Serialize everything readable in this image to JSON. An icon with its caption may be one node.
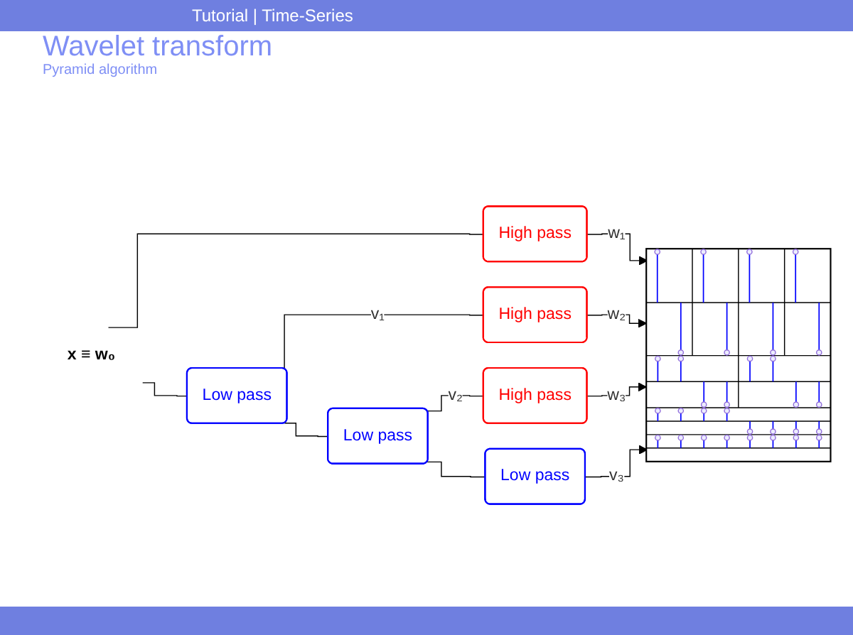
{
  "diagram": {
    "title": "Wavelet transform",
    "caption": "Pyramid algorithm",
    "nodes": [
      {
        "text": [
          "x ≡ w₀"
        ]
      },
      {
        "text": [
          "High pass"
        ]
      },
      {
        "text": [
          "Low pass"
        ]
      },
      {
        "text": [
          "High pass"
        ]
      },
      {
        "text": [
          "Low pass"
        ]
      },
      {
        "text": [
          "High pass"
        ]
      },
      {
        "text": [
          "Low pass"
        ]
      },
      {
        "text": [],
        "shape": "picture"
      }
    ],
    "edges": [
      {
        "from": 0,
        "to": 1,
        "arrow": "none"
      },
      {
        "from": 0,
        "to": 2,
        "arrow": "none"
      },
      {
        "from": 1,
        "to": 7,
        "label": "w₁",
        "arrow": "to"
      },
      {
        "from": 2,
        "to": 3,
        "label": "v₁",
        "arrow": "none"
      },
      {
        "from": 2,
        "to": 4,
        "arrow": "none"
      },
      {
        "from": 3,
        "to": 7,
        "label": "w₂",
        "arrow": "to"
      },
      {
        "from": 4,
        "to": 5,
        "label": "v₂",
        "arrow": "none"
      },
      {
        "from": 4,
        "to": 6,
        "arrow": "none"
      },
      {
        "from": 5,
        "to": 7,
        "label": "w₃",
        "arrow": "to"
      },
      {
        "from": 6,
        "to": 7,
        "label": "v₃",
        "arrow": "to"
      }
    ],
    "labels": [
      "Tutorial | Time-Series"
    ]
  }
}
